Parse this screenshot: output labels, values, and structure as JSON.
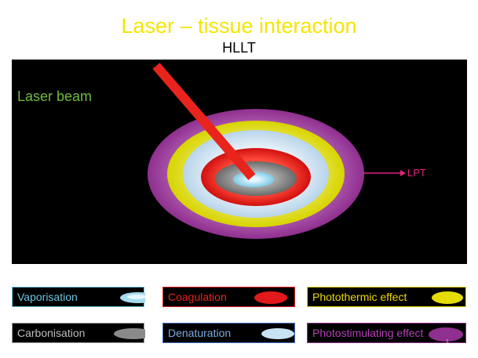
{
  "title": "Laser – tissue interaction",
  "subtitle": "HLLT",
  "diagram": {
    "beam_label": "Laser beam",
    "lpt_label": "LPT",
    "zones": [
      {
        "name": "photostimulating",
        "color": "#8f2f8f"
      },
      {
        "name": "photothermic",
        "color": "#d8d400"
      },
      {
        "name": "denaturation",
        "color": "#b8d4ea"
      },
      {
        "name": "coagulation",
        "color": "#e2191b"
      },
      {
        "name": "carbonisation",
        "color": "#7f7f7f"
      },
      {
        "name": "vaporisation",
        "color": "#8fd3ea"
      }
    ],
    "beam_color": "#e8241d"
  },
  "legend": [
    {
      "key": "vaporisation",
      "label": "Vaporisation",
      "text_color": "#6cc4e0",
      "border": "#6cc4e0",
      "swatch": "#a5dcee"
    },
    {
      "key": "coagulation",
      "label": "Coagulation",
      "text_color": "#e8241d",
      "border": "#e8241d",
      "swatch": "#e2191b"
    },
    {
      "key": "photothermic",
      "label": "Photothermic effect",
      "text_color": "#ecd800",
      "border": "#ecd800",
      "swatch": "#e5dc00"
    },
    {
      "key": "carbonisation",
      "label": "Carbonisation",
      "text_color": "#bdbdbd",
      "border": "#9a9a9a",
      "swatch": "#8a8a8a"
    },
    {
      "key": "denaturation",
      "label": "Denaturation",
      "text_color": "#7fa8e0",
      "border": "#3e6fc7",
      "swatch": "#c8e2f4"
    },
    {
      "key": "photostimulating",
      "label": "Photostimulating effect",
      "text_color": "#b43fb4",
      "border": "#8f2f8f",
      "swatch": "#8f2f8f"
    }
  ],
  "page_number": "1"
}
